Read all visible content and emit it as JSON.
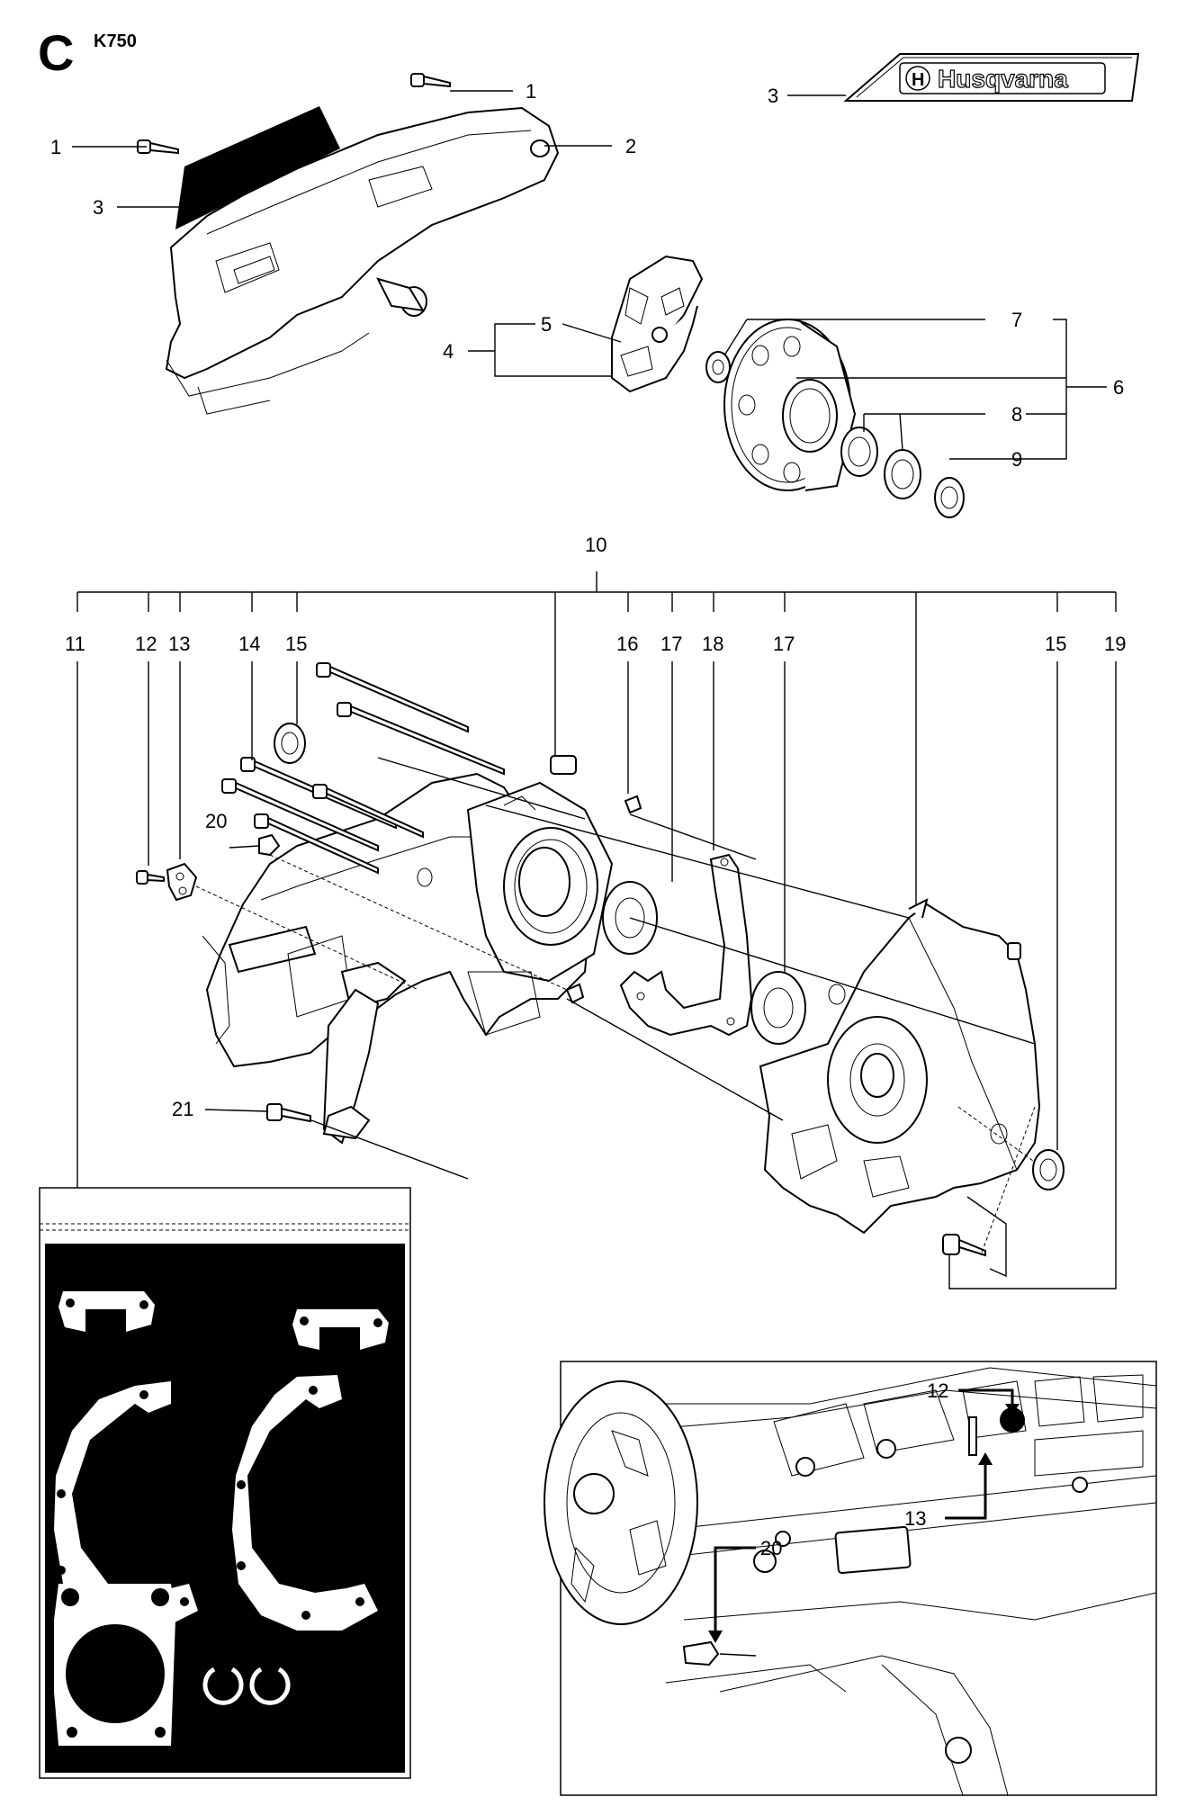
{
  "page": {
    "section_letter": "C",
    "model": "K750",
    "brand_decal_text": "Husqvarna"
  },
  "callouts": {
    "c1a": "1",
    "c1b": "1",
    "c2": "2",
    "c3a": "3",
    "c3b": "3",
    "c4": "4",
    "c5": "5",
    "c6": "6",
    "c7": "7",
    "c8": "8",
    "c9": "9",
    "c10": "10",
    "c11": "11",
    "c12": "12",
    "c13": "13",
    "c14": "14",
    "c15a": "15",
    "c15b": "15",
    "c16": "16",
    "c17a": "17",
    "c17b": "17",
    "c18": "18",
    "c19": "19",
    "c20": "20",
    "c21": "21"
  },
  "detail_callouts": {
    "d12": "12",
    "d13": "13",
    "d20": "20"
  }
}
